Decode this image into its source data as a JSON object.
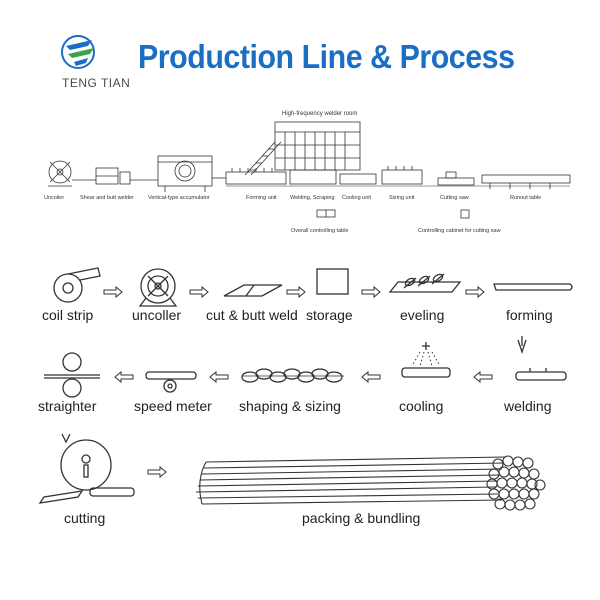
{
  "brand": {
    "name": "TENG TIAN"
  },
  "title": "Production Line & Process",
  "line_diagram": {
    "room_label": "High-frequency welder room",
    "equipment": [
      "Uncoiler",
      "Shear and butt welder",
      "Vertical-type accumulator",
      "Forming unit",
      "Welding, Scraping",
      "Cooling unit",
      "Sizing unit",
      "Cutting saw",
      "Runout table"
    ],
    "controls": [
      "Overall controlling table",
      "Controlling cabinet for cutting saw"
    ]
  },
  "process_steps": [
    "coil strip",
    "uncoller",
    "cut & butt weld",
    "storage",
    "eveling",
    "forming",
    "welding",
    "cooling",
    "shaping & sizing",
    "speed meter",
    "straighter",
    "cutting",
    "packing & bundling"
  ],
  "colors": {
    "title": "#1a6fc4",
    "logo_blue": "#1a6fc4",
    "logo_green": "#3fa24a",
    "ink": "#333333"
  }
}
